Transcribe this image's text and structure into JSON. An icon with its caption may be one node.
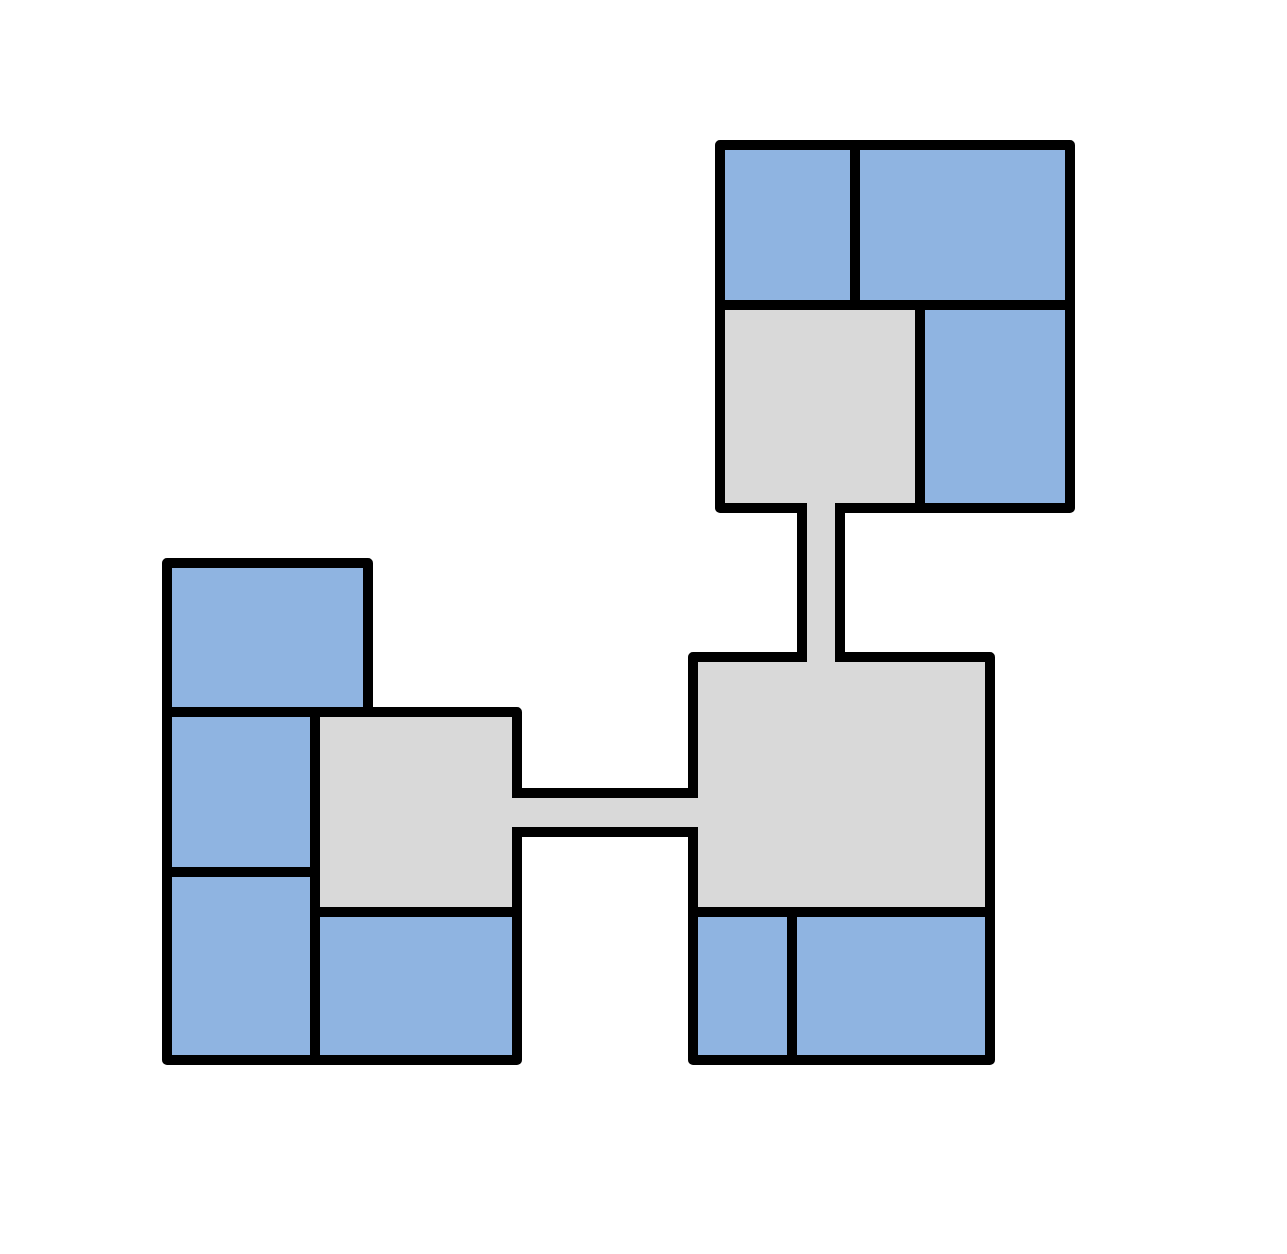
{
  "diagram": {
    "nodes": [
      {
        "text": [],
        "shape": "box"
      },
      {
        "text": [],
        "shape": "box"
      },
      {
        "text": [],
        "shape": "box"
      },
      {
        "text": [],
        "shape": "box"
      },
      {
        "text": [],
        "shape": "bar"
      },
      {
        "text": [],
        "shape": "box"
      },
      {
        "text": [],
        "shape": "box"
      },
      {
        "text": [],
        "shape": "box"
      },
      {
        "text": [],
        "shape": "box"
      },
      {
        "text": [],
        "shape": "bar"
      },
      {
        "text": [],
        "shape": "box"
      },
      {
        "text": [],
        "shape": "box"
      },
      {
        "text": [],
        "shape": "box"
      },
      {
        "text": [],
        "shape": "box"
      }
    ]
  }
}
